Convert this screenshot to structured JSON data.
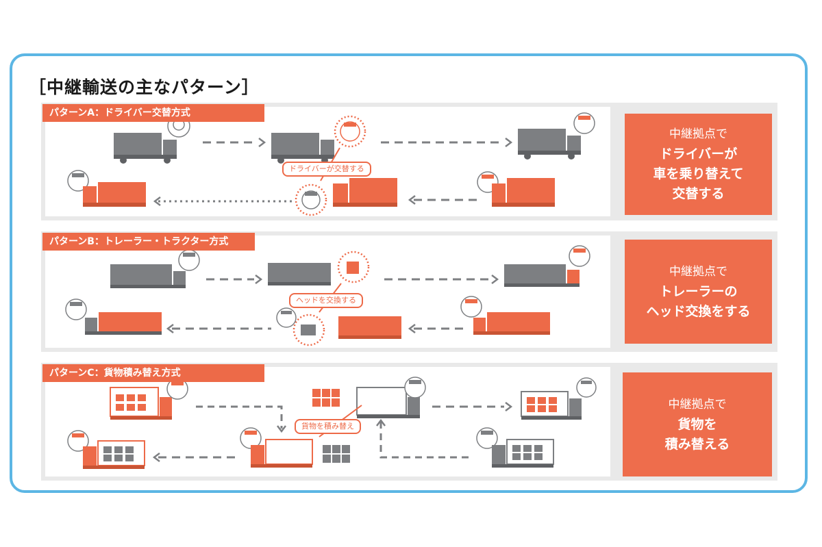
{
  "title": "［中継輸送の主なパターン］",
  "patterns": [
    {
      "tag": "パターンA：ドライバー交替方式",
      "callout": "ドライバーが交替する",
      "desc": [
        "中継拠点で",
        "ドライバーが",
        "車を乗り替えて",
        "交替する"
      ]
    },
    {
      "tag": "パターンB：トレーラー・トラクター方式",
      "callout": "ヘッドを交換する",
      "desc": [
        "中継拠点で",
        "トレーラーの",
        "ヘッド交換をする"
      ]
    },
    {
      "tag": "パターンC：貨物積み替え方式",
      "callout": "貨物を積み替え",
      "desc": [
        "中継拠点で",
        "貨物を",
        "積み替える"
      ]
    }
  ],
  "colors": {
    "accent": "#ed6a48",
    "gray": "#7d7f82",
    "frame": "#5cb6e4",
    "panel_bg": "#e9e9e9"
  }
}
